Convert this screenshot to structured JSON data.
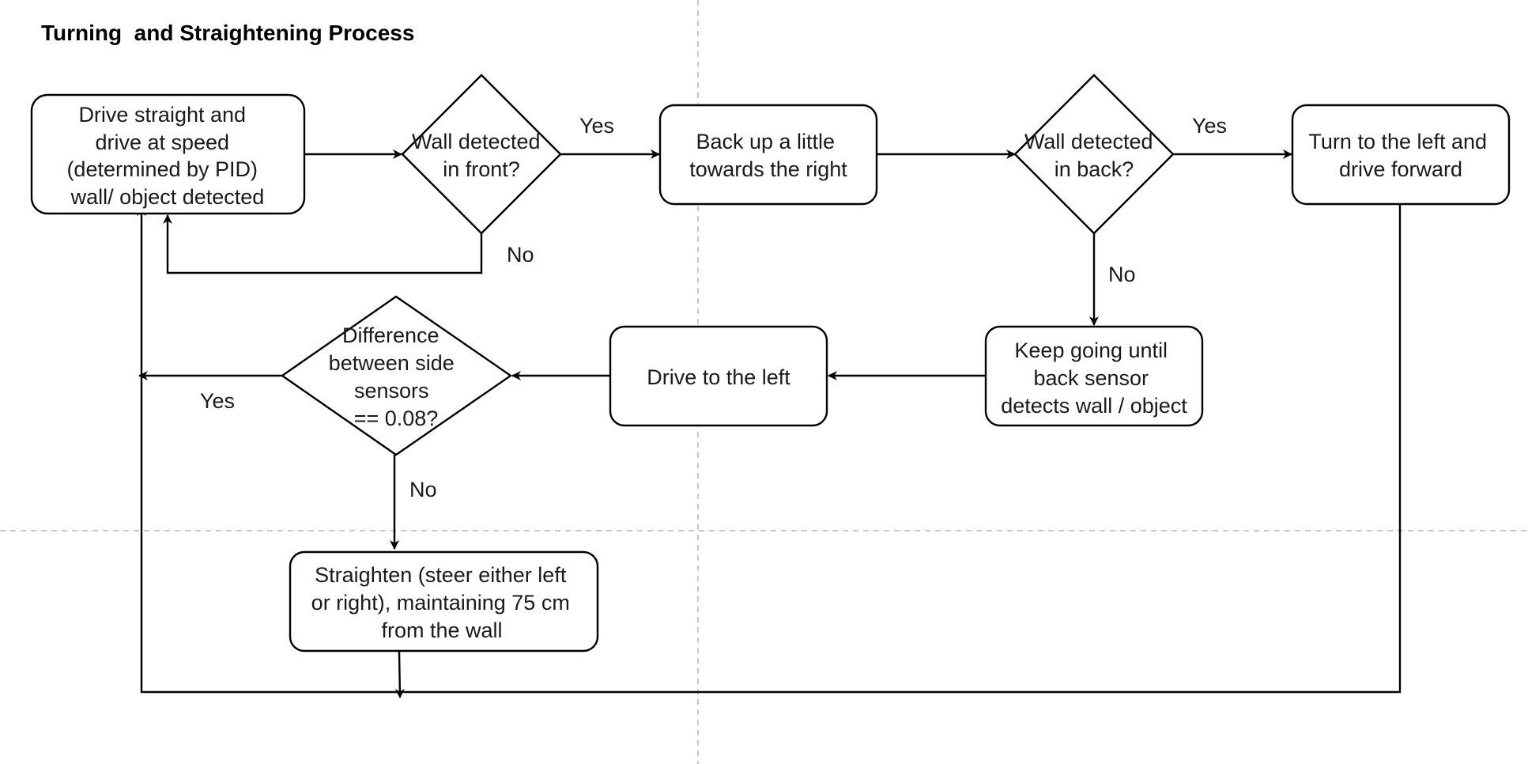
{
  "diagram": {
    "title": "Turning  and Straightening Process",
    "nodes": {
      "drive_straight": {
        "shape": "rounded-rect",
        "lines": [
          "Drive straight and",
          "drive at speed",
          "(determined by PID)",
          "wall/ object detected"
        ]
      },
      "wall_front": {
        "shape": "diamond",
        "lines": [
          "Wall detected",
          "in front?"
        ]
      },
      "back_up": {
        "shape": "rounded-rect",
        "lines": [
          "Back up a little",
          "towards the right"
        ]
      },
      "wall_back": {
        "shape": "diamond",
        "lines": [
          "Wall detected",
          "in back?"
        ]
      },
      "turn_left": {
        "shape": "rounded-rect",
        "lines": [
          "Turn to the left and",
          "drive forward"
        ]
      },
      "keep_going": {
        "shape": "rounded-rect",
        "lines": [
          "Keep going until",
          "back sensor",
          "detects wall / object"
        ]
      },
      "drive_left": {
        "shape": "rounded-rect",
        "lines": [
          "Drive to the left"
        ]
      },
      "difference": {
        "shape": "diamond",
        "lines": [
          "Difference",
          "between side",
          "sensors",
          "== 0.08?"
        ]
      },
      "straighten": {
        "shape": "rounded-rect",
        "lines": [
          "Straighten (steer either left",
          "or right), maintaining 75 cm",
          "from the wall"
        ]
      }
    },
    "edges": [
      {
        "id": "e_drive_to_front",
        "from": "drive_straight",
        "to": "wall_front",
        "label": ""
      },
      {
        "id": "e_front_yes",
        "from": "wall_front",
        "to": "back_up",
        "label": "Yes"
      },
      {
        "id": "e_front_no",
        "from": "wall_front",
        "to": "drive_straight",
        "label": "No"
      },
      {
        "id": "e_backup_to_back",
        "from": "back_up",
        "to": "wall_back",
        "label": ""
      },
      {
        "id": "e_back_yes",
        "from": "wall_back",
        "to": "turn_left",
        "label": "Yes"
      },
      {
        "id": "e_back_no",
        "from": "wall_back",
        "to": "keep_going",
        "label": "No"
      },
      {
        "id": "e_keep_to_left",
        "from": "keep_going",
        "to": "drive_left",
        "label": ""
      },
      {
        "id": "e_left_to_diff",
        "from": "drive_left",
        "to": "difference",
        "label": ""
      },
      {
        "id": "e_diff_yes",
        "from": "difference",
        "to": "drive_straight",
        "label": "Yes"
      },
      {
        "id": "e_diff_no",
        "from": "difference",
        "to": "straighten",
        "label": "No"
      },
      {
        "id": "e_straighten_loop",
        "from": "straighten",
        "to": "drive_straight",
        "label": ""
      },
      {
        "id": "e_turn_loop",
        "from": "turn_left",
        "to": "drive_straight",
        "label": ""
      }
    ],
    "colors": {
      "stroke": "#000000",
      "fill": "#ffffff",
      "text": "#1a1a1a",
      "page_guides": "#c8c8c8"
    }
  }
}
